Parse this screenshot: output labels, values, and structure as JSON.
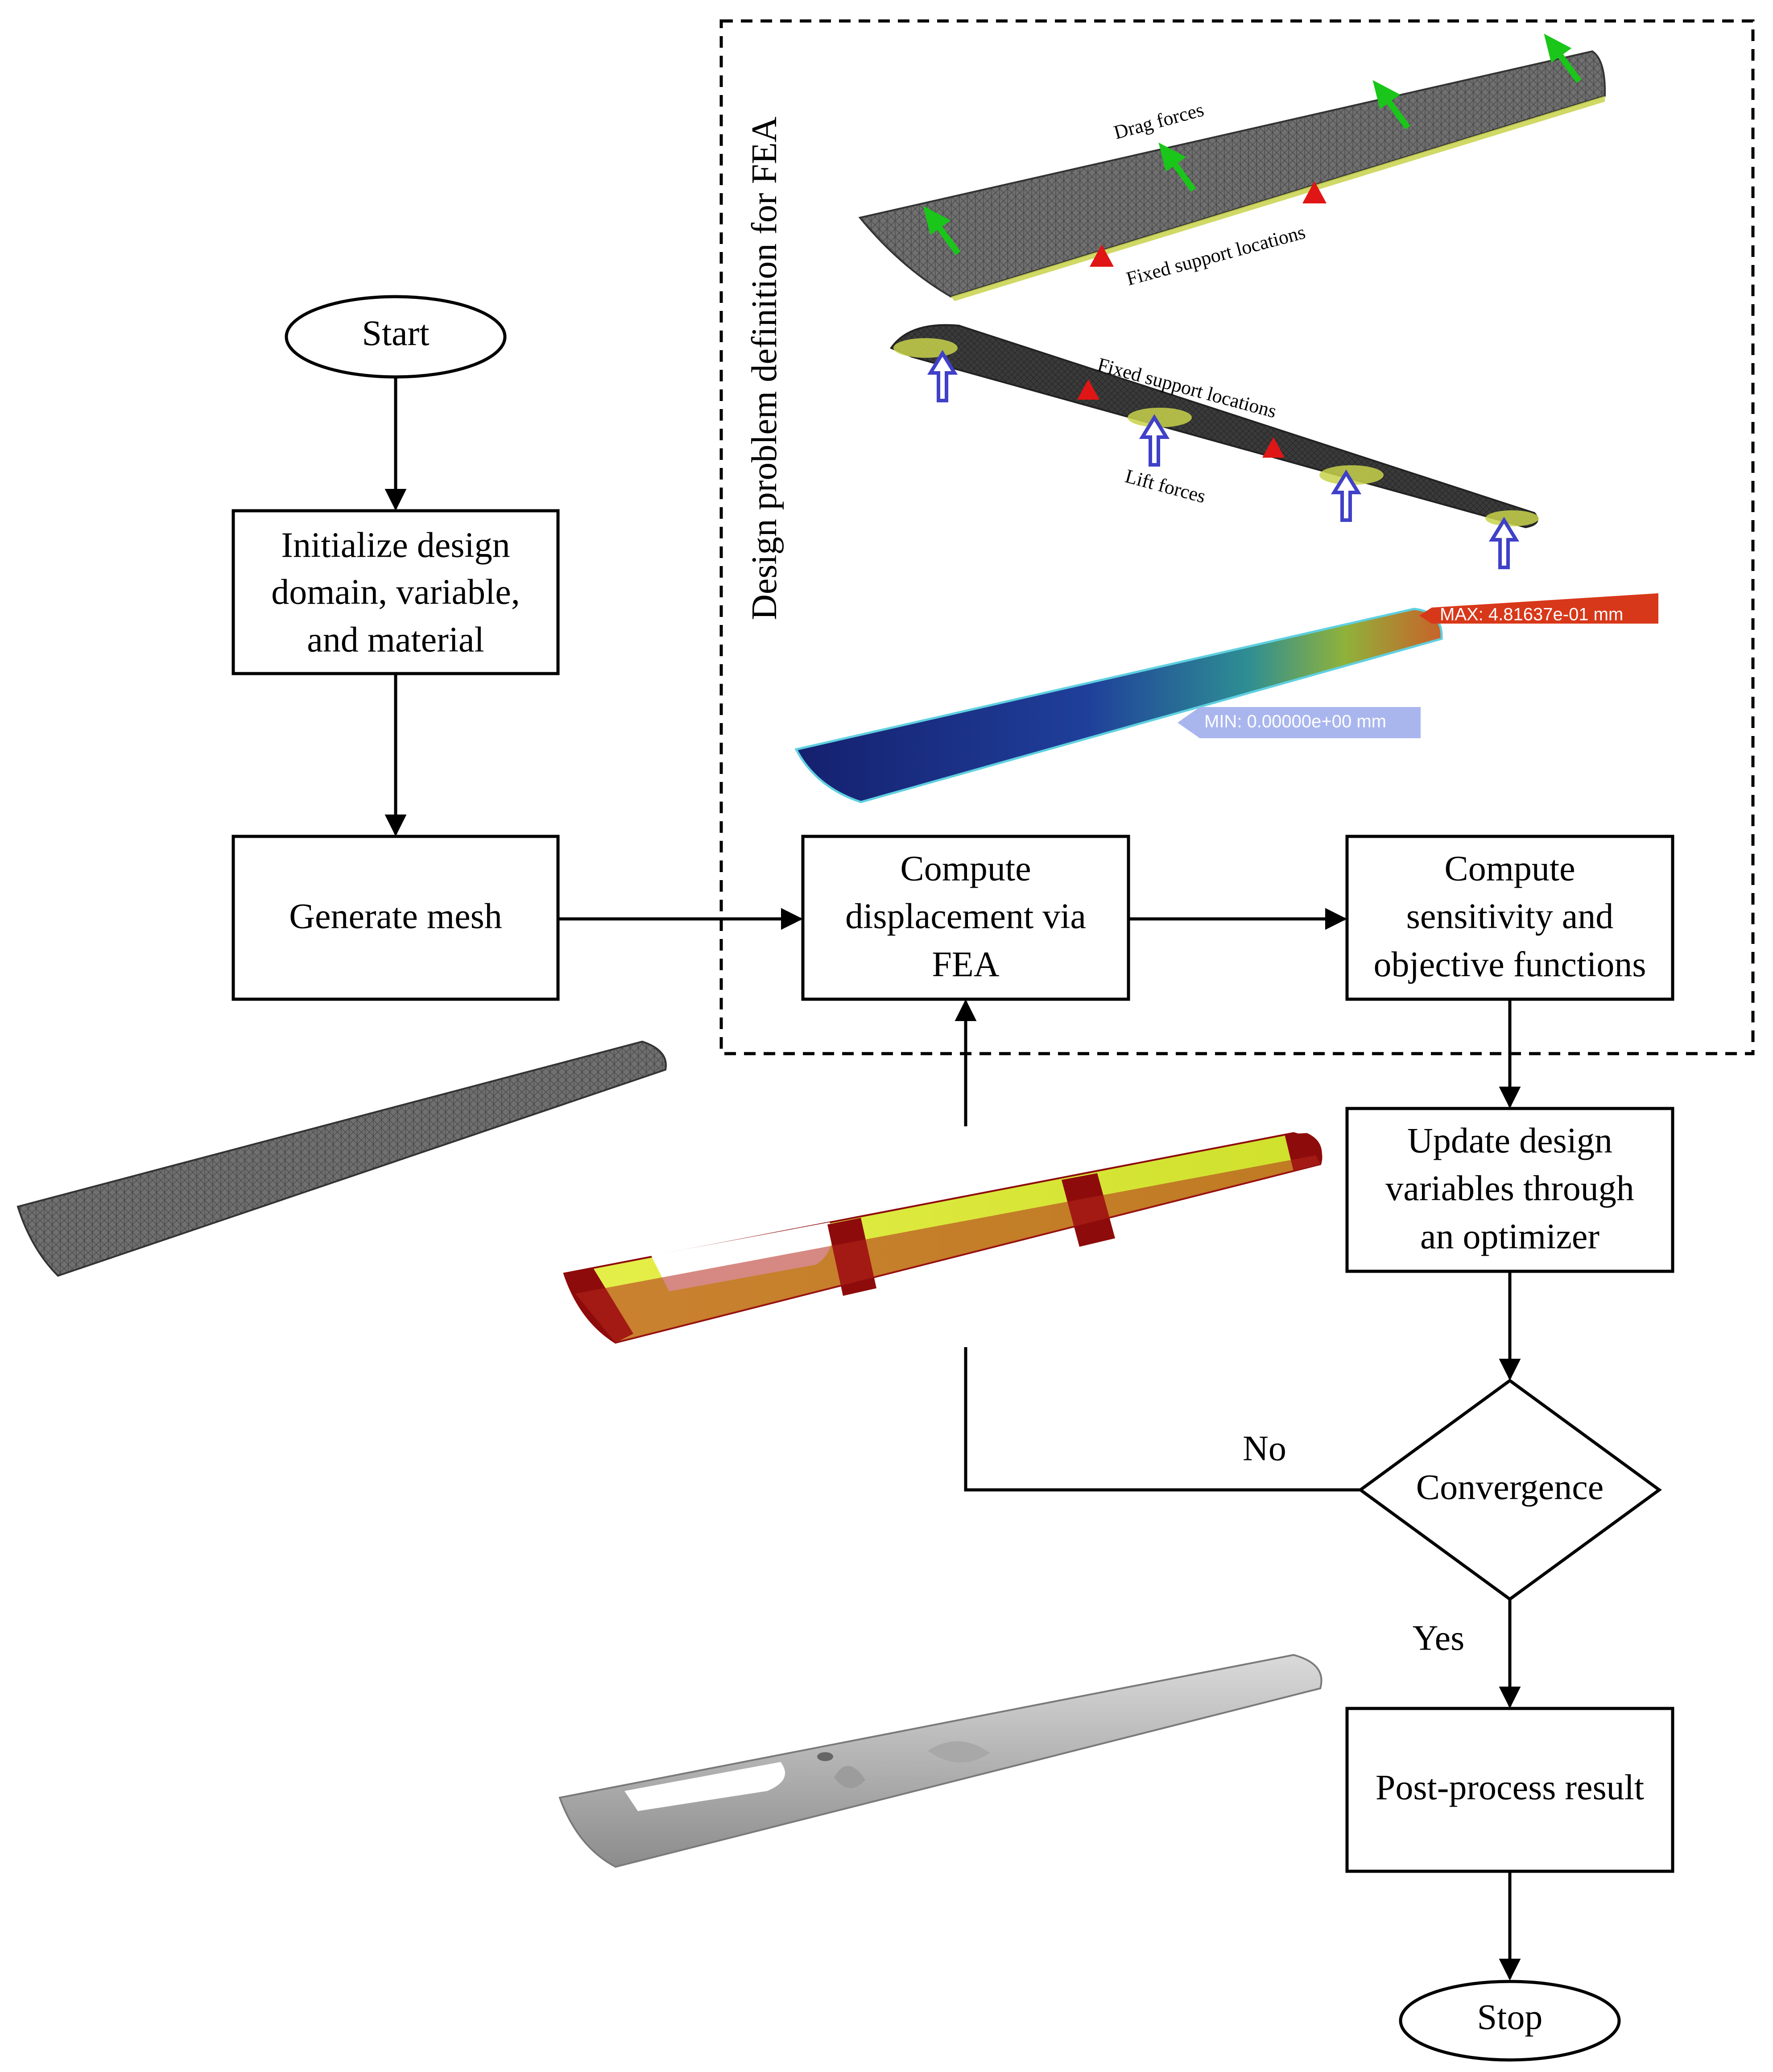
{
  "nodes": {
    "start": "Start",
    "init_l1": "Initialize design",
    "init_l2": "domain, variable,",
    "init_l3": "and material",
    "mesh": "Generate mesh",
    "fea_l1": "Compute",
    "fea_l2": "displacement via",
    "fea_l3": "FEA",
    "sens_l1": "Compute",
    "sens_l2": "sensitivity and",
    "sens_l3": "objective functions",
    "update_l1": "Update design",
    "update_l2": "variables through",
    "update_l3": "an optimizer",
    "convergence": "Convergence",
    "post": "Post-process result",
    "stop": "Stop"
  },
  "edges": {
    "no": "No",
    "yes": "Yes"
  },
  "fea_panel": {
    "title": "Design problem definition for FEA",
    "drag_forces": "Drag forces",
    "fixed_support_top": "Fixed support locations",
    "fixed_support_mid": "Fixed support locations",
    "lift_forces": "Lift forces",
    "max_tag": "MAX: 4.81637e-01 mm",
    "min_tag": "MIN: 0.00000e+00 mm"
  },
  "colors": {
    "mesh_gray": "#6f6f6f",
    "drag_arrow": "#19c619",
    "support_marker": "#e01515",
    "lift_arrow": "#4040c8",
    "max_tag_bg": "#d8381a",
    "min_tag_bg": "#a9b6ee",
    "density_yellow": "#dfe83a",
    "density_red": "#8e0b0b"
  }
}
